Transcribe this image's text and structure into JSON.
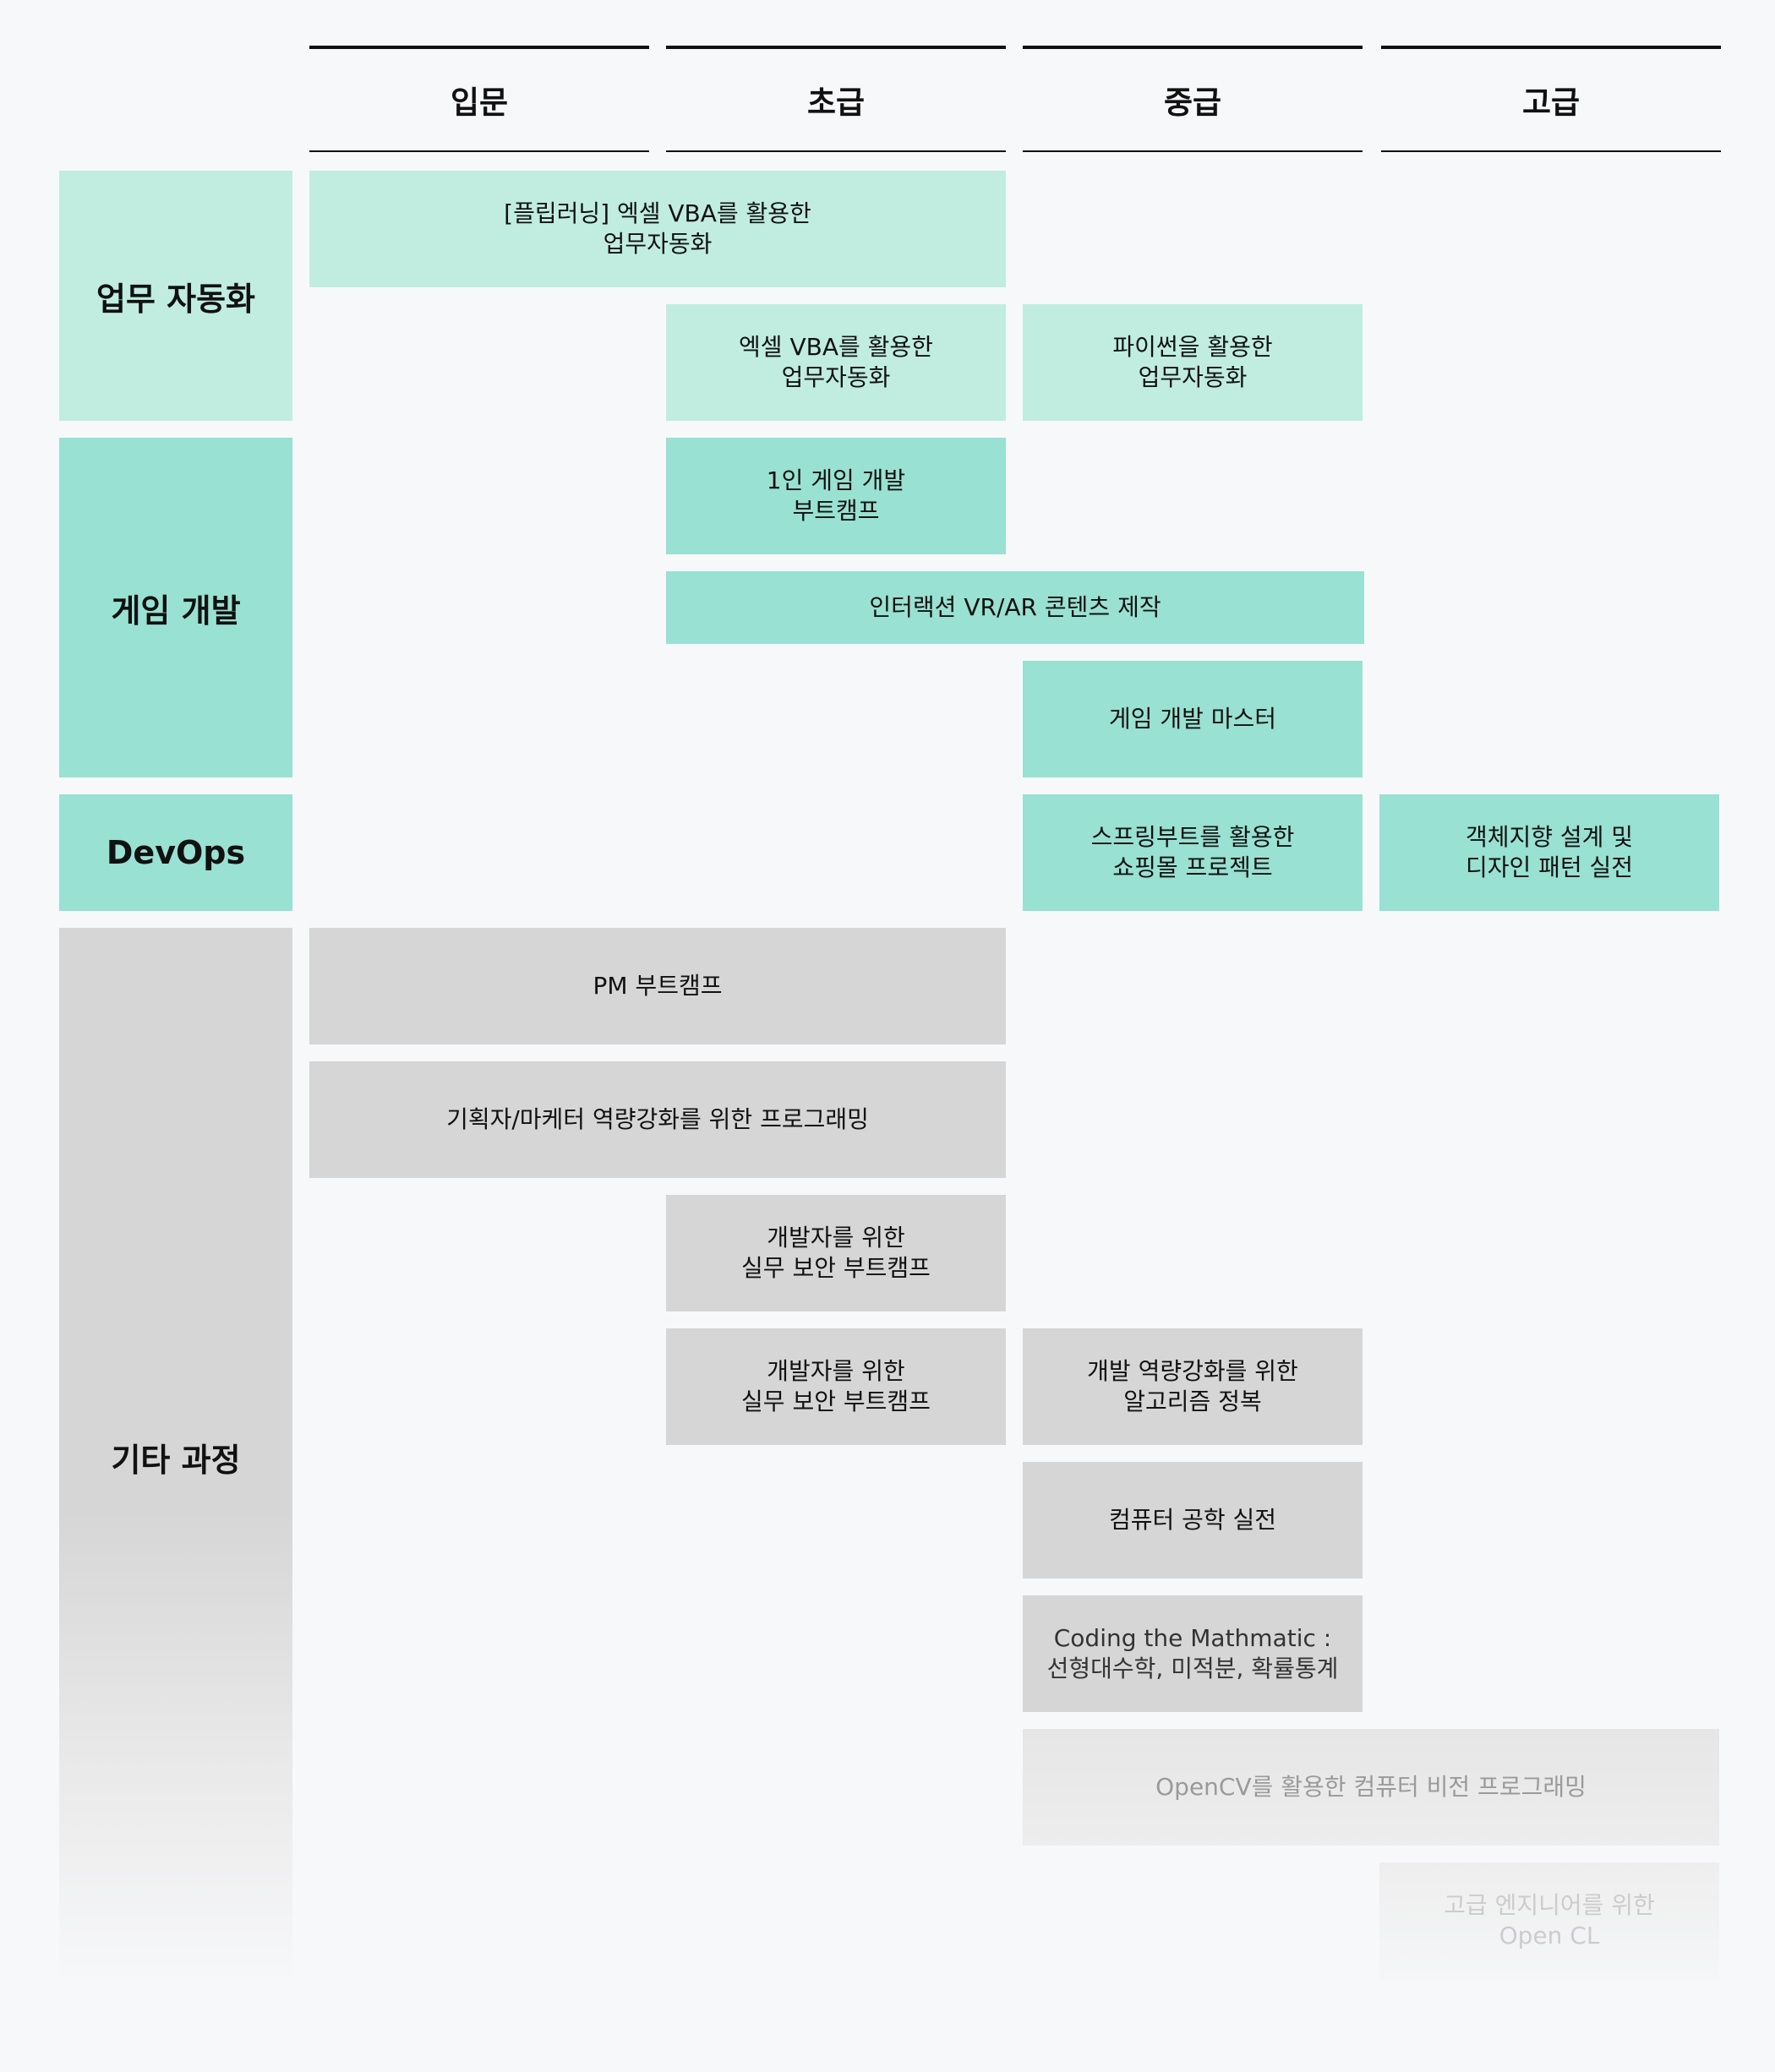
{
  "levels": [
    "입문",
    "초급",
    "중급",
    "고급"
  ],
  "categories": {
    "automation": "업무 자동화",
    "game": "게임 개발",
    "devops": "DevOps",
    "other": "기타 과정"
  },
  "courses": {
    "flipped_vba": "[플립러닝] 엑셀 VBA를 활용한\n업무자동화",
    "excel_vba": "엑셀 VBA를 활용한\n업무자동화",
    "python_auto": "파이썬을 활용한\n업무자동화",
    "solo_game": "1인 게임 개발\n부트캠프",
    "vr_ar": "인터랙션 VR/AR 콘텐츠 제작",
    "game_master": "게임 개발 마스터",
    "spring_shop": "스프링부트를 활용한\n쇼핑몰 프로젝트",
    "oop_design": "객체지향 설계 및\n디자인 패턴 실전",
    "pm_bootcamp": "PM 부트캠프",
    "planner_programming": "기획자/마케터 역량강화를 위한 프로그래밍",
    "security_1": "개발자를 위한\n실무 보안 부트캠프",
    "security_2": "개발자를 위한\n실무 보안 부트캠프",
    "algorithm": "개발 역량강화를 위한\n알고리즘 정복",
    "cs_practice": "컴퓨터 공학 실전",
    "coding_math": "Coding the Mathmatic :\n선형대수학, 미적분, 확률통계",
    "opencv": "OpenCV를 활용한 컴퓨터 비전 프로그래밍",
    "opencl": "고급 엔지니어를 위한\nOpen CL"
  }
}
